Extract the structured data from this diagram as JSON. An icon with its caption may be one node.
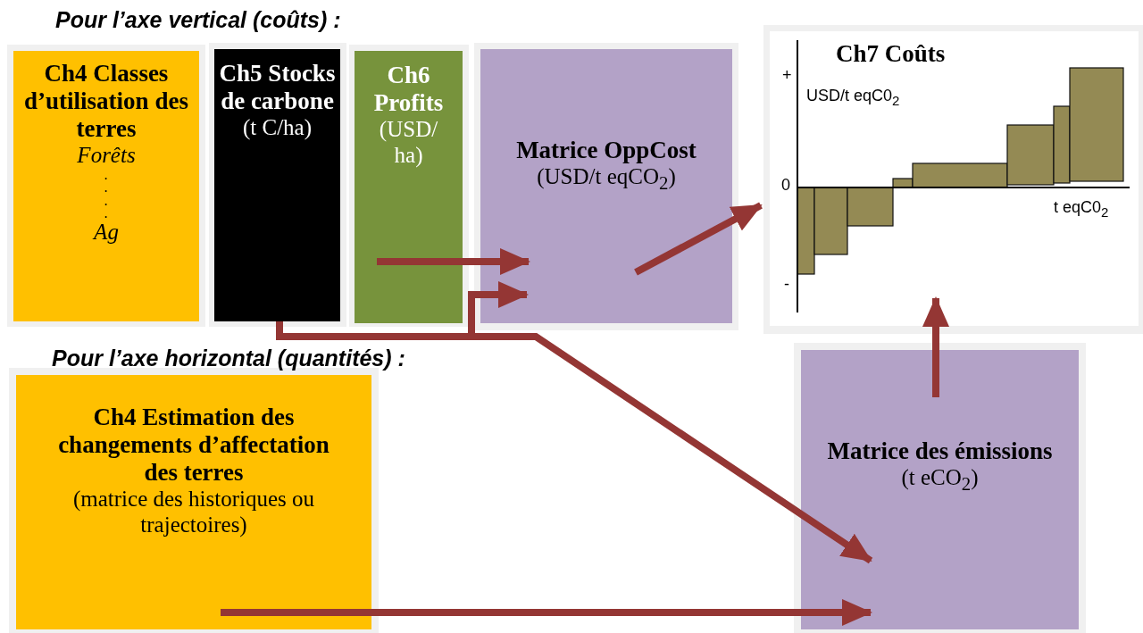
{
  "diagram": {
    "nodes": [
      {
        "text": [
          "Ch4 Classes d’utilisation des terres",
          "Forêts",
          ".",
          ".",
          ".",
          ".",
          "Ag"
        ]
      },
      {
        "text": [
          "Ch5 Stocks de carbone",
          "(t C/ha)"
        ]
      },
      {
        "text": [
          "Ch6 Profits",
          "(USD/ ha)"
        ]
      },
      {
        "text": [
          "Matrice OppCost",
          "(USD/t eqCO$_{2}$)"
        ]
      },
      {
        "text": [
          "Ch7 Coûts"
        ]
      },
      {
        "text": [
          "Ch4 Estimation des changements d’affectation des terres",
          "(matrice des historiques ou trajectoires)"
        ]
      },
      {
        "text": [
          "Matrice des émissions",
          "(t eCO$_{2}$)"
        ]
      }
    ],
    "edges": [
      {
        "from": 2,
        "to": 3,
        "arrow": "to"
      },
      {
        "from": 1,
        "to": 3,
        "arrow": "to"
      },
      {
        "from": 1,
        "to": 6,
        "arrow": "to"
      },
      {
        "from": 3,
        "to": 4,
        "arrow": "to"
      },
      {
        "from": 5,
        "to": 6,
        "arrow": "to"
      },
      {
        "from": 6,
        "to": 4,
        "arrow": "to"
      }
    ],
    "labels": [
      "Pour l’axe vertical (coûts) :",
      "Pour l’axe horizontal (quantités) :",
      "+",
      "USD/t eqC0$_{2}$",
      "0",
      "t eqC0$_{2}$",
      "-"
    ]
  }
}
